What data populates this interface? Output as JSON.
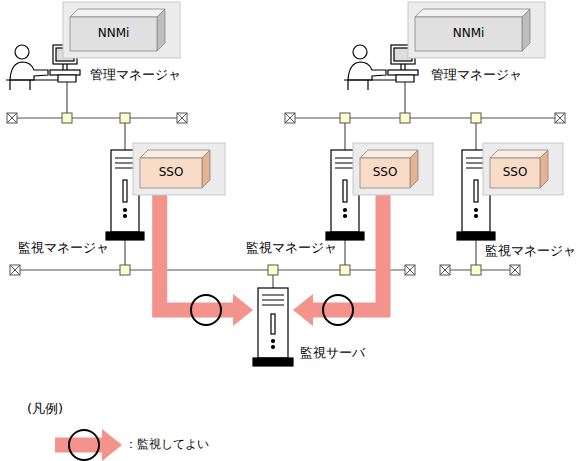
{
  "diagram": {
    "nodes": [
      {
        "text": [
          "NNMi"
        ]
      },
      {
        "text": [
          "NNMi"
        ]
      },
      {
        "text": [
          "SSO"
        ]
      },
      {
        "text": [
          "SSO"
        ]
      },
      {
        "text": [
          "SSO"
        ]
      },
      {
        "text": [
          "監視サーバ"
        ]
      }
    ],
    "edges": [
      {
        "from": 2,
        "to": 5,
        "arrow": "to"
      },
      {
        "from": 3,
        "to": 5,
        "arrow": "to"
      }
    ],
    "labels": [
      "管理マネージャ",
      "管理マネージャ",
      "監視マネージャ",
      "監視マネージャ",
      "監視マネージャ",
      "(凡例)"
    ],
    "legend": [
      {
        "text": "：監視してよい"
      }
    ]
  }
}
